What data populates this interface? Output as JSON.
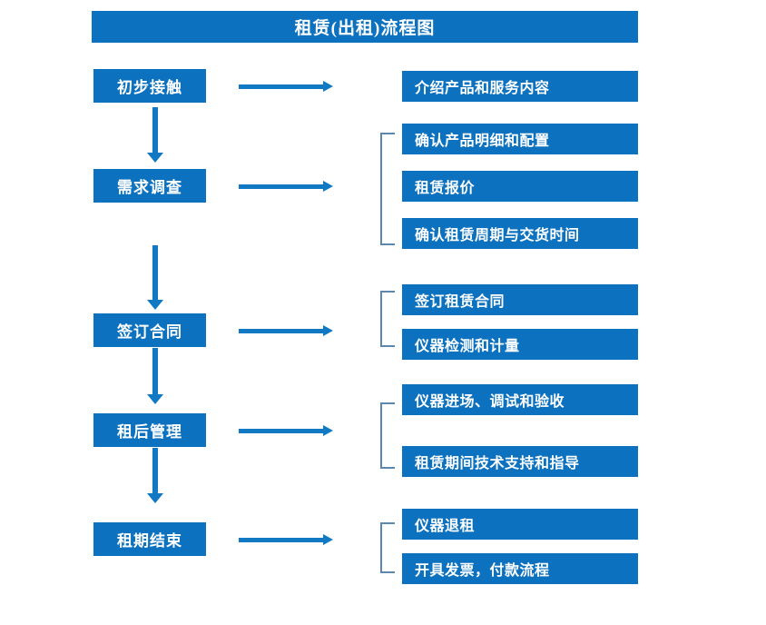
{
  "diagram": {
    "title": "租赁(出租)流程图",
    "colors": {
      "box_fill": "#0C71BF",
      "box_text": "#FFFFFF",
      "arrow": "#1178C4",
      "bracket": "#5C88AF",
      "background": "#FFFFFF"
    },
    "stages": [
      {
        "label": "初步接触",
        "details": [
          "介绍产品和服务内容"
        ]
      },
      {
        "label": "需求调查",
        "details": [
          "确认产品明细和配置",
          "租赁报价",
          "确认租赁周期与交货时间"
        ]
      },
      {
        "label": "签订合同",
        "details": [
          "签订租赁合同",
          "仪器检测和计量"
        ]
      },
      {
        "label": "租后管理",
        "details": [
          "仪器进场、调试和验收",
          "租赁期间技术支持和指导"
        ]
      },
      {
        "label": "租期结束",
        "details": [
          "仪器退租",
          "开具发票，付款流程"
        ]
      }
    ]
  }
}
